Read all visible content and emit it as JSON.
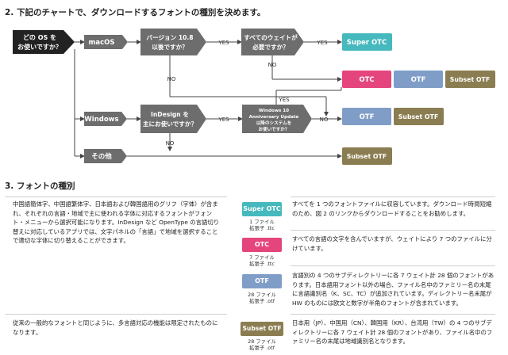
{
  "section2": {
    "heading": "2. 下記のチャートで、ダウンロードするフォントの種別を決めます。"
  },
  "flowchart": {
    "start": [
      "どの OS を",
      "お使いですか？"
    ],
    "macos": "macOS",
    "windows": "Windows",
    "other": "その他",
    "q_version": [
      "バージョン 10.8",
      "以後ですか？"
    ],
    "q_all_weights": [
      "すべてのウェイトが",
      "必要ですか？"
    ],
    "q_indesign": [
      "InDesign を",
      "主にお使いですか？"
    ],
    "q_win10": [
      "Windows 10",
      "Anniversary Update",
      "以降のシステムを",
      "お使いですか？"
    ],
    "yes": "YES",
    "no": "NO",
    "colors": {
      "dark": "#222222",
      "node": "#6d6d6d",
      "super_otc": "#45b9bd",
      "otc": "#e4457c",
      "otf": "#7f9dc7",
      "subset_otf": "#8b7d52",
      "line": "#444444"
    }
  },
  "font_types": {
    "super_otc": "Super OTC",
    "otc": "OTC",
    "otf": "OTF",
    "subset_otf": "Subset OTF"
  },
  "section3": {
    "heading": "3. フォントの種別",
    "pan_cjk_desc": "中国語簡体字、中国語繁体字、日本語および韓国語用のグリフ（字体）が含まれ、それぞれの言語・地域で主に使われる字体に対応するフォントがフォント・メニューから選択可能になります。InDesign など OpenType の言語切り替えに対応しているアプリでは、文字パネルの「言語」で地域を選択することで適切な字体に切り替えることができます。",
    "subset_desc": "従来の一般的なフォントと同じように、多言語対応の機能は限定されたものになります。",
    "rows": [
      {
        "badge": "Super OTC",
        "caption": "1 ファイル\n拡張子 .ttc",
        "text": "すべてを 1 つのフォントファイルに収容しています。ダウンロード時間短縮のため、図 2 のリンクからダウンロードすることをお勧めします。"
      },
      {
        "badge": "OTC",
        "caption": "7 ファイル\n拡張子 .ttc",
        "text": "すべての言語の文字を含んでいますが、ウェイトにより 7 つのファイルに分けています。"
      },
      {
        "badge": "OTF",
        "caption": "28 ファイル\n拡張子 .otf",
        "text": "言語別の 4 つのサブディレクトリーに各 7 ウェイト計 28 個のフォントがあります。日本語用フォント以外の場合、ファイル名中のファミリー名の末尾に言語識別名（K、SC、TC）が追加されています。ディレクトリー名末尾が HW のものには欧文と数字が半角のフォントが含まれています。"
      },
      {
        "badge": "Subset OTF",
        "caption": "28 ファイル\n拡張子 .otf",
        "text": "日本用（JP）、中国用（CN）、韓国用（KR）、台湾用（TW）の 4 つのサブディレクトリーに各 7 ウェイト計 28 個のフォントがあり、ファイル名中のファミリー名の末尾は地域識別名となります。"
      }
    ]
  }
}
